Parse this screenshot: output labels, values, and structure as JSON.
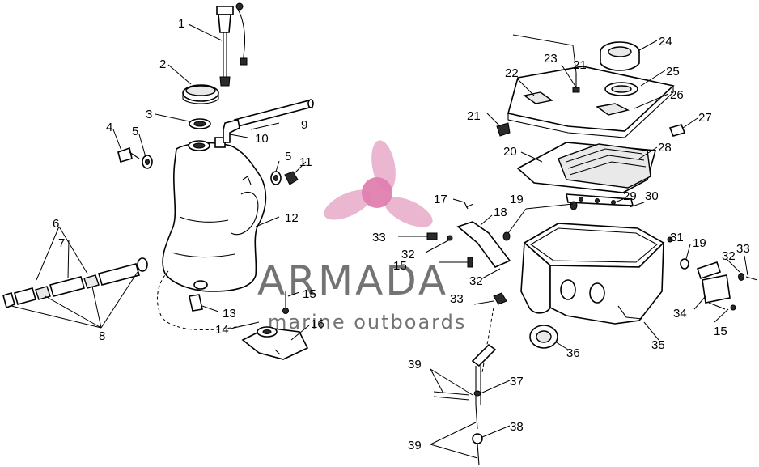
{
  "watermark": {
    "brand": "ARMADA",
    "tagline": "marine outboards",
    "accent_color": "#e8a9c8",
    "text_color": "#555555"
  },
  "callouts": [
    {
      "id": "c1",
      "label": "1"
    },
    {
      "id": "c2",
      "label": "2"
    },
    {
      "id": "c3",
      "label": "3"
    },
    {
      "id": "c4",
      "label": "4"
    },
    {
      "id": "c5a",
      "label": "5"
    },
    {
      "id": "c5b",
      "label": "5"
    },
    {
      "id": "c6",
      "label": "6"
    },
    {
      "id": "c7",
      "label": "7"
    },
    {
      "id": "c8",
      "label": "8"
    },
    {
      "id": "c9",
      "label": "9"
    },
    {
      "id": "c10",
      "label": "10"
    },
    {
      "id": "c11",
      "label": "11"
    },
    {
      "id": "c12",
      "label": "12"
    },
    {
      "id": "c13",
      "label": "13"
    },
    {
      "id": "c14",
      "label": "14"
    },
    {
      "id": "c15a",
      "label": "15"
    },
    {
      "id": "c15b",
      "label": "15"
    },
    {
      "id": "c15c",
      "label": "15"
    },
    {
      "id": "c16",
      "label": "16"
    },
    {
      "id": "c17",
      "label": "17"
    },
    {
      "id": "c18",
      "label": "18"
    },
    {
      "id": "c19a",
      "label": "19"
    },
    {
      "id": "c19b",
      "label": "19"
    },
    {
      "id": "c20",
      "label": "20"
    },
    {
      "id": "c21a",
      "label": "21"
    },
    {
      "id": "c21b",
      "label": "21"
    },
    {
      "id": "c22",
      "label": "22"
    },
    {
      "id": "c23",
      "label": "23"
    },
    {
      "id": "c24",
      "label": "24"
    },
    {
      "id": "c25",
      "label": "25"
    },
    {
      "id": "c26",
      "label": "26"
    },
    {
      "id": "c27",
      "label": "27"
    },
    {
      "id": "c28",
      "label": "28"
    },
    {
      "id": "c29",
      "label": "29"
    },
    {
      "id": "c30",
      "label": "30"
    },
    {
      "id": "c31",
      "label": "31"
    },
    {
      "id": "c32a",
      "label": "32"
    },
    {
      "id": "c32b",
      "label": "32"
    },
    {
      "id": "c32c",
      "label": "32"
    },
    {
      "id": "c33a",
      "label": "33"
    },
    {
      "id": "c33b",
      "label": "33"
    },
    {
      "id": "c33c",
      "label": "33"
    },
    {
      "id": "c34",
      "label": "34"
    },
    {
      "id": "c35",
      "label": "35"
    },
    {
      "id": "c36",
      "label": "36"
    },
    {
      "id": "c37",
      "label": "37"
    },
    {
      "id": "c38",
      "label": "38"
    },
    {
      "id": "c39a",
      "label": "39"
    },
    {
      "id": "c39b",
      "label": "39"
    }
  ]
}
